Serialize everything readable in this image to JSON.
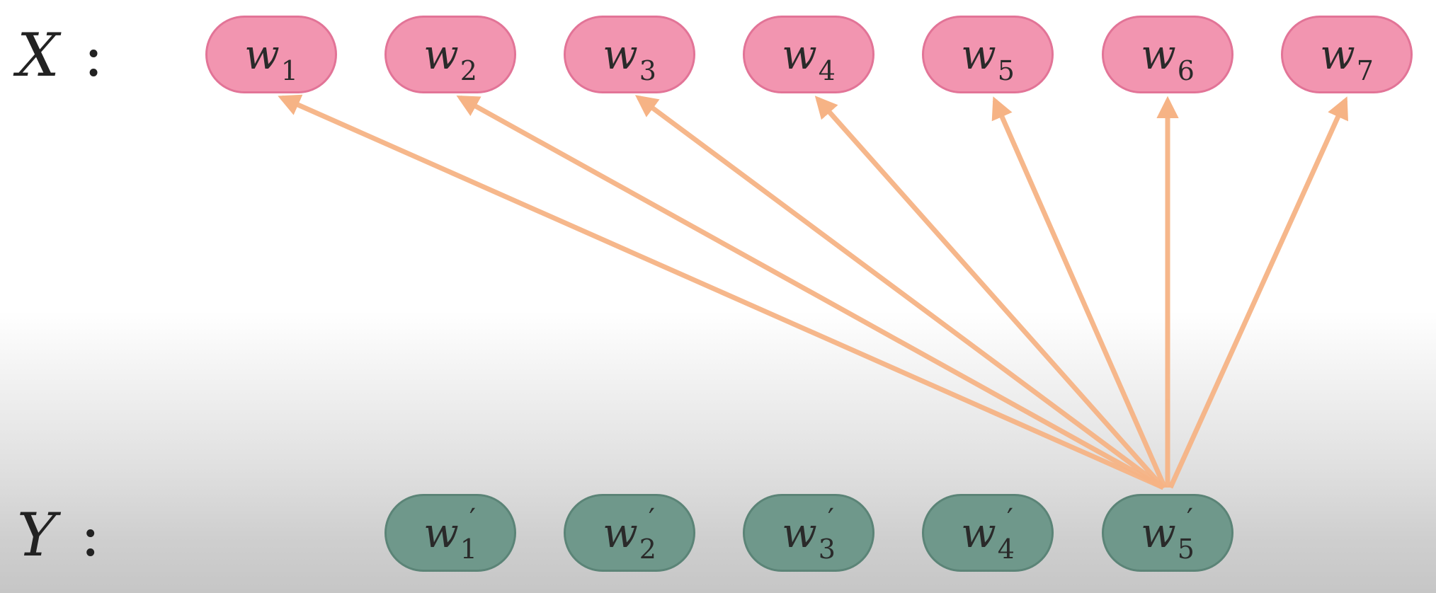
{
  "source_label": "X",
  "target_label": "Y",
  "colon": ":",
  "colors": {
    "source_node_fill": "#f295b0",
    "source_node_border": "#e27497",
    "target_node_fill": "#6f988b",
    "target_node_border": "#5b8477",
    "arrow": "#f6b385"
  },
  "source_nodes": [
    {
      "base": "w",
      "sub": "1"
    },
    {
      "base": "w",
      "sub": "2"
    },
    {
      "base": "w",
      "sub": "3"
    },
    {
      "base": "w",
      "sub": "4"
    },
    {
      "base": "w",
      "sub": "5"
    },
    {
      "base": "w",
      "sub": "6"
    },
    {
      "base": "w",
      "sub": "7"
    }
  ],
  "target_nodes": [
    {
      "base": "w",
      "prime": "′",
      "sub": "1"
    },
    {
      "base": "w",
      "prime": "′",
      "sub": "2"
    },
    {
      "base": "w",
      "prime": "′",
      "sub": "3"
    },
    {
      "base": "w",
      "prime": "′",
      "sub": "4"
    },
    {
      "base": "w",
      "prime": "′",
      "sub": "5"
    }
  ],
  "edges": [
    {
      "from": "w′5",
      "to": "w1"
    },
    {
      "from": "w′5",
      "to": "w2"
    },
    {
      "from": "w′5",
      "to": "w3"
    },
    {
      "from": "w′5",
      "to": "w4"
    },
    {
      "from": "w′5",
      "to": "w5"
    },
    {
      "from": "w′5",
      "to": "w6"
    },
    {
      "from": "w′5",
      "to": "w7"
    }
  ]
}
